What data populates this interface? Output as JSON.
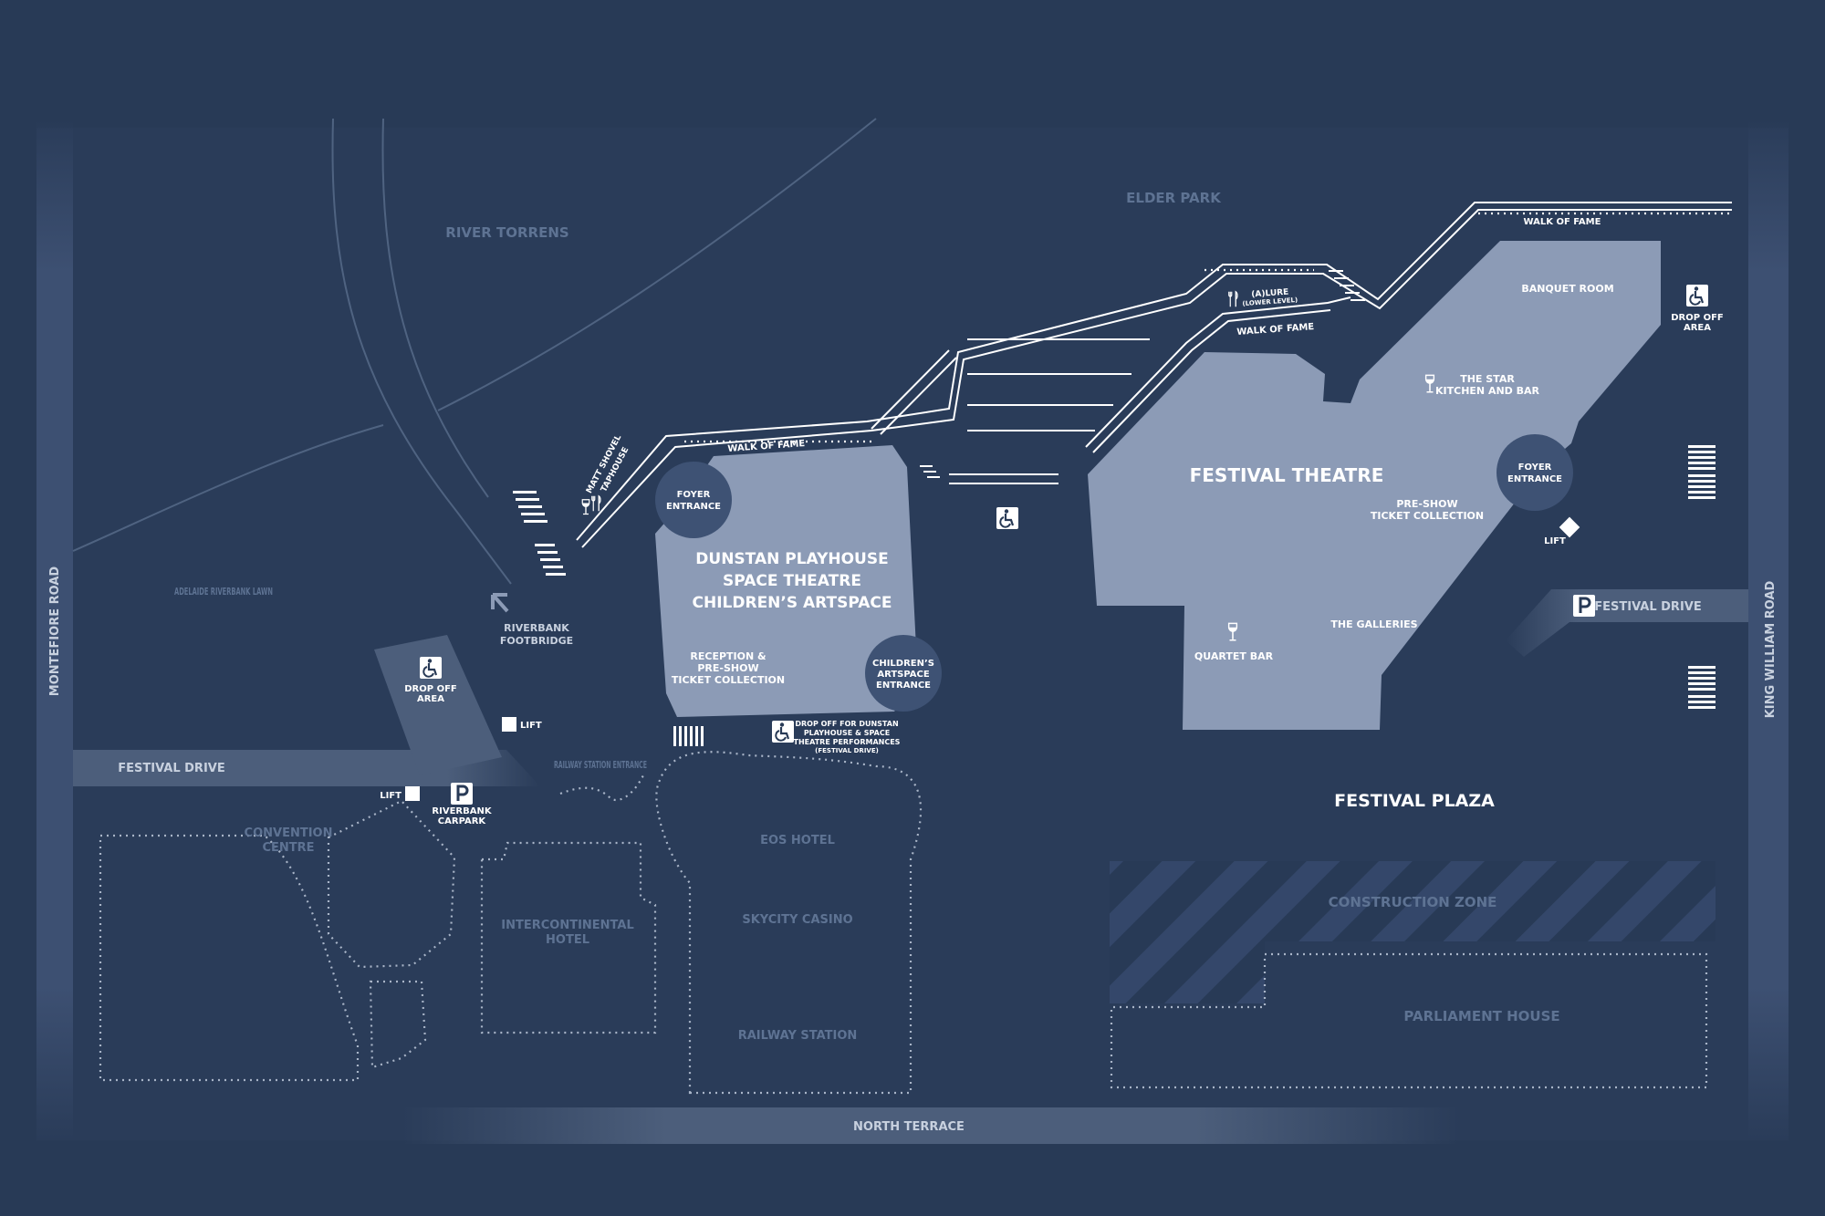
{
  "colors": {
    "background": "#283a56",
    "building": "#8c9bb6",
    "entrance_circle": "#3e5274",
    "road": "#4c5e7b",
    "label_muted": "#5e7393",
    "label_light": "#c8d1df",
    "white": "#ffffff"
  },
  "areas": {
    "river_torrens": "RIVER TORRENS",
    "elder_park": "ELDER PARK",
    "adelaide_riverbank_lawn": "ADELAIDE RIVERBANK LAWN",
    "festival_plaza": "FESTIVAL PLAZA",
    "construction_zone": "CONSTRUCTION ZONE"
  },
  "roads": {
    "montefiore_road": "MONTEFIORE ROAD",
    "king_william_road": "KING WILLIAM ROAD",
    "festival_drive_west": "FESTIVAL DRIVE",
    "festival_drive_east": "FESTIVAL DRIVE",
    "north_terrace": "NORTH TERRACE"
  },
  "walkway": {
    "walk_of_fame_1": "WALK OF FAME",
    "walk_of_fame_2": "WALK OF FAME",
    "walk_of_fame_3": "WALK OF FAME",
    "riverbank_footbridge": "RIVERBANK FOOTBRIDGE",
    "railway_station_entrance": "RAILWAY STATION ENTRANCE"
  },
  "venues": {
    "dunstan_playhouse": "DUNSTAN PLAYHOUSE",
    "space_theatre": "SPACE THEATRE",
    "childrens_artspace": "CHILDREN’S ARTSPACE",
    "dunstan_reception": "RECEPTION & PRE-SHOW TICKET COLLECTION",
    "festival_theatre": "FESTIVAL THEATRE",
    "festival_preshow": "PRE-SHOW TICKET COLLECTION",
    "banquet_room": "BANQUET ROOM",
    "the_star": "THE STAR KITCHEN AND BAR",
    "the_galleries": "THE GALLERIES",
    "quartet_bar": "QUARTET BAR",
    "allure": "(A)LURE",
    "allure_level": "(LOWER LEVEL)",
    "matt_shovel": "MATT SHOVEL TAPHOUSE"
  },
  "entrances": {
    "foyer_dunstan": "FOYER ENTRANCE",
    "foyer_festival": "FOYER ENTRANCE",
    "childrens_artspace_entrance": "CHILDREN’S ARTSPACE ENTRANCE"
  },
  "facilities": {
    "lift_footbridge": "LIFT",
    "lift_carpark": "LIFT",
    "lift_festival": "LIFT",
    "drop_off_west": "DROP OFF AREA",
    "drop_off_east": "DROP OFF AREA",
    "drop_off_dunstan": "DROP OFF FOR DUNSTAN PLAYHOUSE & SPACE THEATRE PERFORMANCES",
    "drop_off_dunstan_note": "(FESTIVAL DRIVE)",
    "riverbank_carpark": "RIVERBANK CARPARK",
    "parking_symbol": "P"
  },
  "surroundings": {
    "convention_centre": "CONVENTION CENTRE",
    "intercontinental_hotel": "INTERCONTINENTAL HOTEL",
    "eos_hotel": "EOS HOTEL",
    "skycity_casino": "SKYCITY CASINO",
    "railway_station": "RAILWAY STATION",
    "parliament_house": "PARLIAMENT HOUSE"
  },
  "icons": {
    "wheelchair": "wheelchair-icon",
    "parking": "parking-icon",
    "lift": "lift-icon",
    "dining": "dining-icon",
    "wine": "wine-glass-icon",
    "stairs": "stairs-icon",
    "arrow": "arrow-up-left-icon"
  }
}
